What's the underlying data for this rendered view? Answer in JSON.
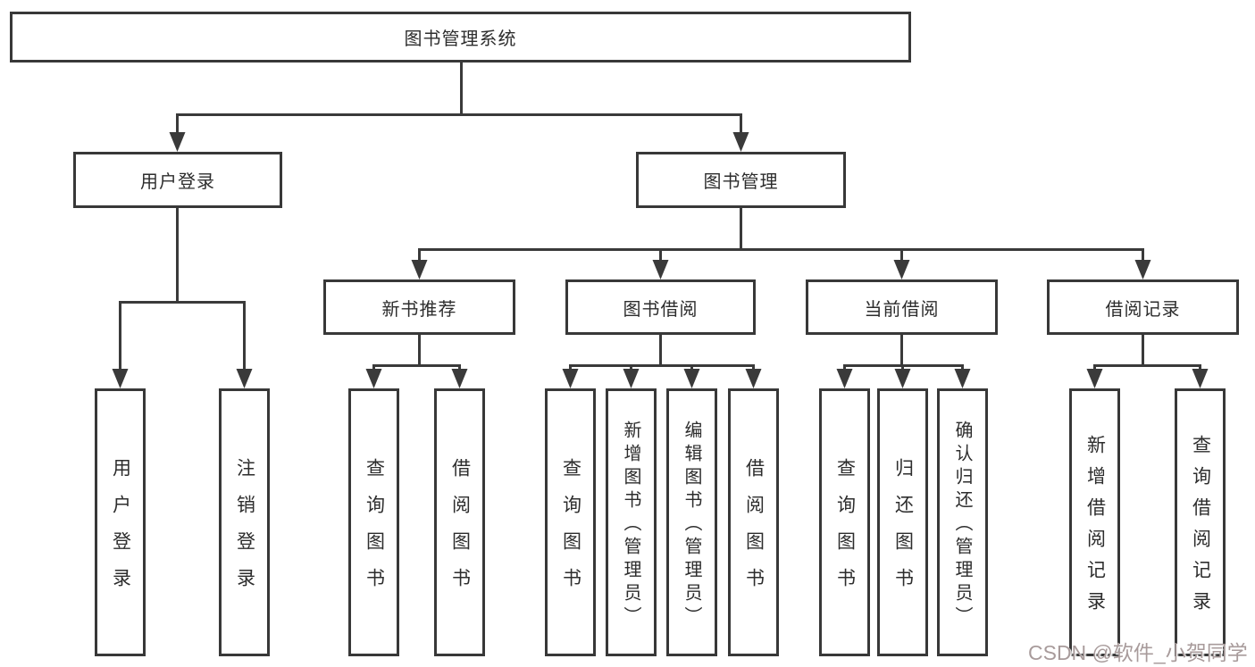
{
  "colors": {
    "line": "#3a3a3a",
    "box_border": "#383838",
    "text": "#2d2d2d",
    "watermark_text": "#a89b9b"
  },
  "tree": {
    "root": {
      "label": "图书管理系统"
    },
    "user_login": {
      "label": "用户登录",
      "children": {
        "login": "用户登录",
        "logout": "注销登录"
      }
    },
    "book_management": {
      "label": "图书管理"
    },
    "new_book_recommend": {
      "label": "新书推荐",
      "children": {
        "query": "查询图书",
        "borrow": "借阅图书"
      }
    },
    "book_borrowing": {
      "label": "图书借阅",
      "children": {
        "query": "查询图书",
        "add": "新增图书（管理员）",
        "edit": "编辑图书（管理员）",
        "borrow": "借阅图书"
      }
    },
    "current_borrowing": {
      "label": "当前借阅",
      "children": {
        "query": "查询图书",
        "return": "归还图书",
        "confirm": "确认归还（管理员）"
      }
    },
    "borrow_records": {
      "label": "借阅记录",
      "children": {
        "add": "新增借阅记录",
        "query": "查询借阅记录"
      }
    }
  },
  "watermark": {
    "text": "CSDN @软件_小贺同学"
  }
}
